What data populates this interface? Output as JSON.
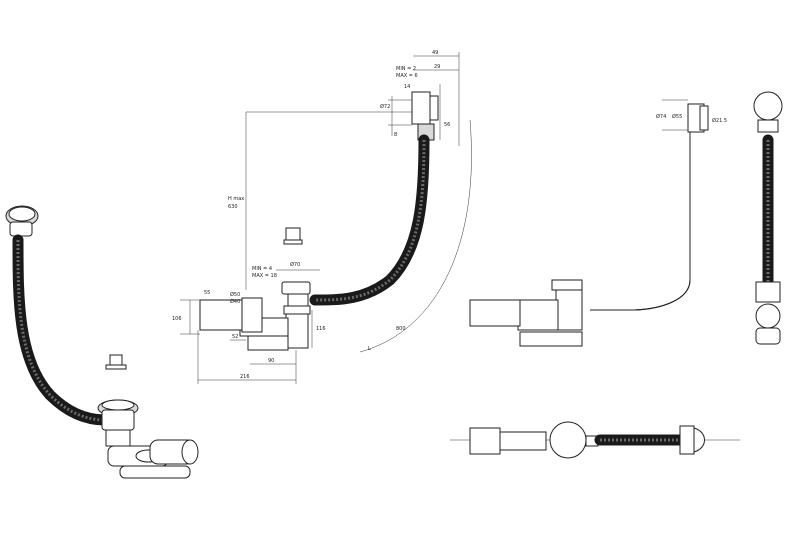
{
  "dimensions": {
    "d49": "49",
    "d29": "29",
    "min_max_top": "MIN = 2",
    "min_max_bottom": "MAX = 6",
    "d14": "14",
    "d72": "Ø72",
    "d8": "8",
    "d56": "56",
    "max_height": "H max",
    "d630": "630",
    "d70": "Ø70",
    "min_max_rim_top": "MIN = 4",
    "min_max_rim_bottom": "MAX = 18",
    "d55": "55",
    "d50": "Ø50",
    "d40": "Ø40",
    "d106": "106",
    "d52": "52",
    "d116": "116",
    "d90": "90",
    "d216": "216",
    "d800": "800",
    "L": "L",
    "d74": "Ø74",
    "d55b": "Ø55",
    "d215": "Ø21.5"
  }
}
